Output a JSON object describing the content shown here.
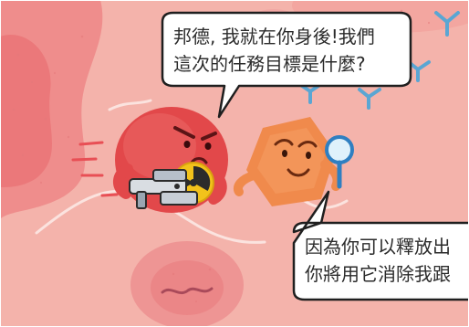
{
  "colors": {
    "background": "#f4b3ab",
    "blob_dark": "#e96f72",
    "red_cell": "#e2484a",
    "orange_cell": "#f08a4c",
    "antibody": "#5aa6d3",
    "bubble_fill": "#ffffff",
    "bubble_stroke": "#1f1f1f"
  },
  "dialogue": {
    "top": {
      "line1": "邦德, 我就在你身後!我們",
      "line2": "這次的任務目標是什麼?"
    },
    "bottom": {
      "line1": "因為你可以釋放出",
      "line2": "你將用它消除我跟"
    }
  },
  "icons": {
    "magnifier": "magnifier-icon",
    "radiation": "radiation-icon",
    "blaster": "blaster-icon",
    "antibody": "antibody-icon"
  }
}
